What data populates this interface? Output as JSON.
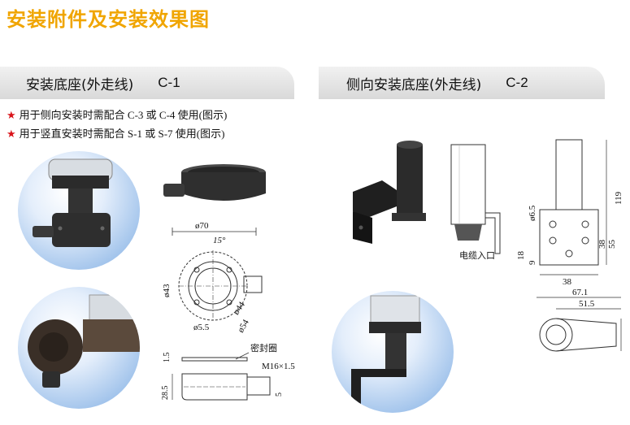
{
  "page": {
    "title": "安装附件及安装效果图"
  },
  "left_section": {
    "heading": "安装底座(外走线)",
    "code": "C-1",
    "notes": [
      "用于侧向安装时需配合 C-3 或 C-4 使用(图示)",
      "用于竖直安装时需配合 S-1 或 S-7 使用(图示)"
    ],
    "dims": {
      "d70": "ø70",
      "angle": "15°",
      "d43": "ø43",
      "d44": "ø44",
      "d55": "ø5.5",
      "d54": "ø54",
      "seal": "密封圈",
      "h15": "1.5",
      "thread": "M16×1.5",
      "h285": "28.5",
      "h5": "5"
    }
  },
  "right_section": {
    "heading": "侧向安装底座(外走线)",
    "code": "C-2",
    "dims": {
      "cable": "电缆入口",
      "h119": "119",
      "d65": "ø6.5",
      "h38": "38",
      "h55": "55",
      "h18": "18",
      "h9": "9",
      "w38": "38",
      "w671": "67.1",
      "w515": "51.5"
    }
  },
  "colors": {
    "title": "#f0a500",
    "star": "#d9141a",
    "tab": "#d9d9d9",
    "photo_bg": "#9cc0ea"
  }
}
